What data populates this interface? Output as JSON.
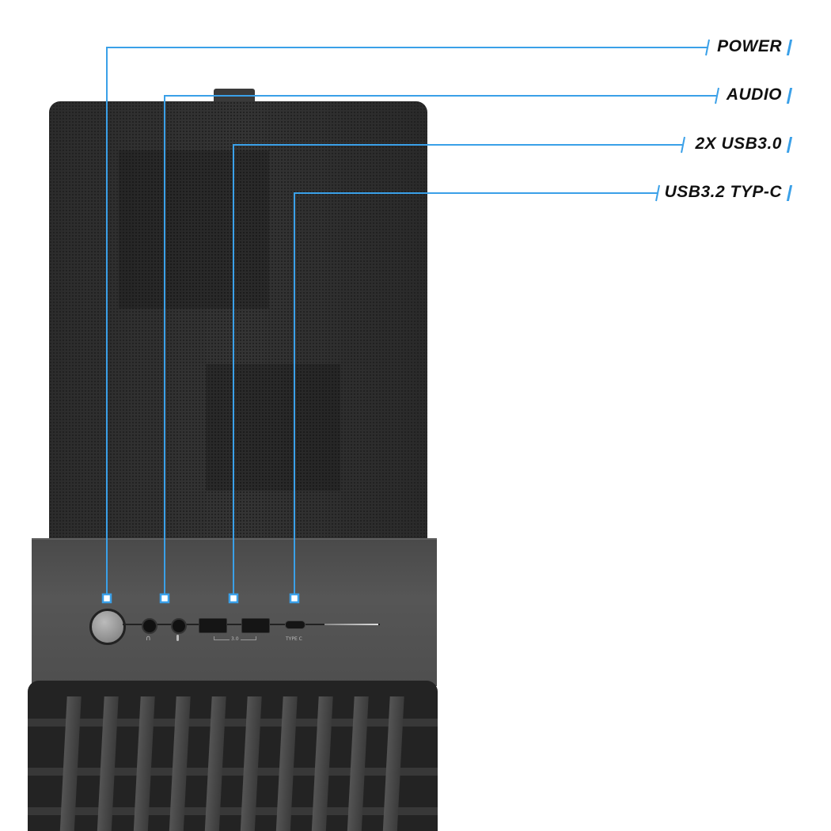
{
  "callouts": [
    {
      "label": "POWER"
    },
    {
      "label": "AUDIO"
    },
    {
      "label": "2X USB3.0"
    },
    {
      "label": "USB3.2 TYP-C"
    }
  ],
  "ports": {
    "usb_group_label": "3.0",
    "typec_label": "TYPE C"
  },
  "colors": {
    "callout_line": "#3aa0e8",
    "case": "#2e2e2e"
  }
}
